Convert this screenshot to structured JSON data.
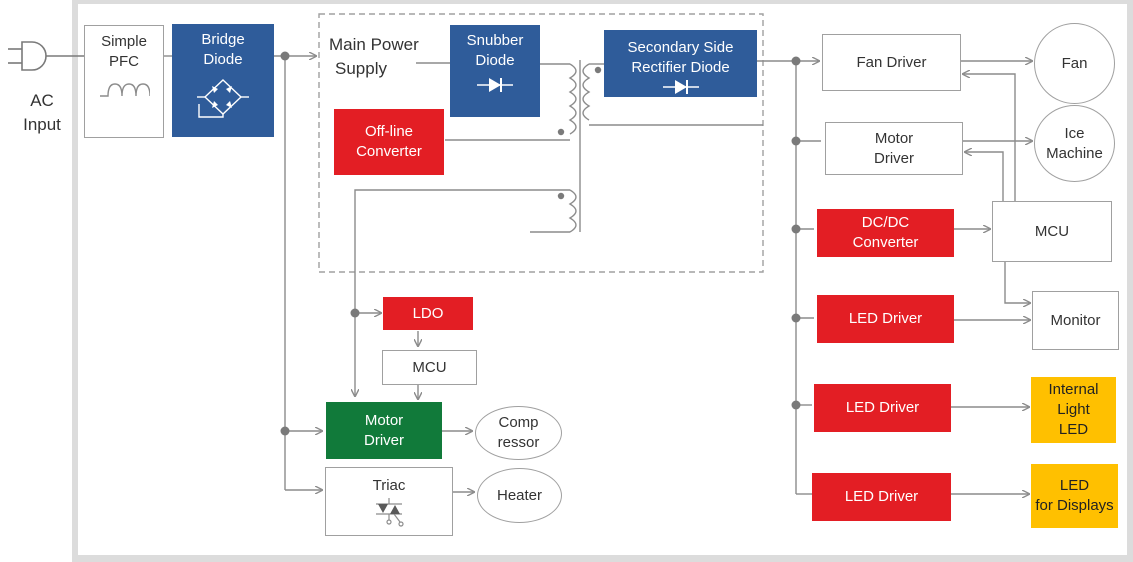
{
  "input": {
    "line1": "AC",
    "line2": "Input",
    "icon": "ac-plug-icon"
  },
  "pfc": {
    "line1": "Simple",
    "line2": "PFC",
    "icon": "inductor-icon"
  },
  "bridge": {
    "line1": "Bridge",
    "line2": "Diode",
    "icon": "bridge-rectifier-icon"
  },
  "main_supply": {
    "line1": "Main Power",
    "line2": "Supply"
  },
  "snubber": {
    "line1": "Snubber",
    "line2": "Diode",
    "icon": "diode-icon"
  },
  "secondary": {
    "line1": "Secondary Side",
    "line2": "Rectifier Diode",
    "icon": "diode-icon"
  },
  "offline": {
    "line1": "Off-line",
    "line2": "Converter"
  },
  "ldo": {
    "label": "LDO"
  },
  "mcu_small": {
    "label": "MCU"
  },
  "motor_driver_comp": {
    "line1": "Motor",
    "line2": "Driver"
  },
  "compressor": {
    "line1": "Comp",
    "line2": "ressor"
  },
  "triac": {
    "label": "Triac",
    "icon": "triac-icon"
  },
  "heater": {
    "label": "Heater"
  },
  "fan_driver": {
    "label": "Fan Driver"
  },
  "fan": {
    "label": "Fan"
  },
  "motor_driver_ice": {
    "line1": "Motor",
    "line2": "Driver"
  },
  "ice_machine": {
    "line1": "Ice",
    "line2": "Machine"
  },
  "dcdc": {
    "line1": "DC/DC",
    "line2": "Converter"
  },
  "mcu_main": {
    "label": "MCU"
  },
  "led_driver_1": {
    "label": "LED Driver"
  },
  "monitor": {
    "label": "Monitor"
  },
  "led_driver_2": {
    "label": "LED Driver"
  },
  "internal_led": {
    "line1": "Internal",
    "line2": "Light",
    "line3": "LED"
  },
  "led_driver_3": {
    "label": "LED Driver"
  },
  "display_led": {
    "line1": "LED",
    "line2": "for Displays"
  },
  "colors": {
    "blue": "#2f5c9a",
    "red": "#e31e24",
    "green": "#117a3a",
    "yellow": "#ffc000",
    "wire": "#8c8c8c"
  }
}
